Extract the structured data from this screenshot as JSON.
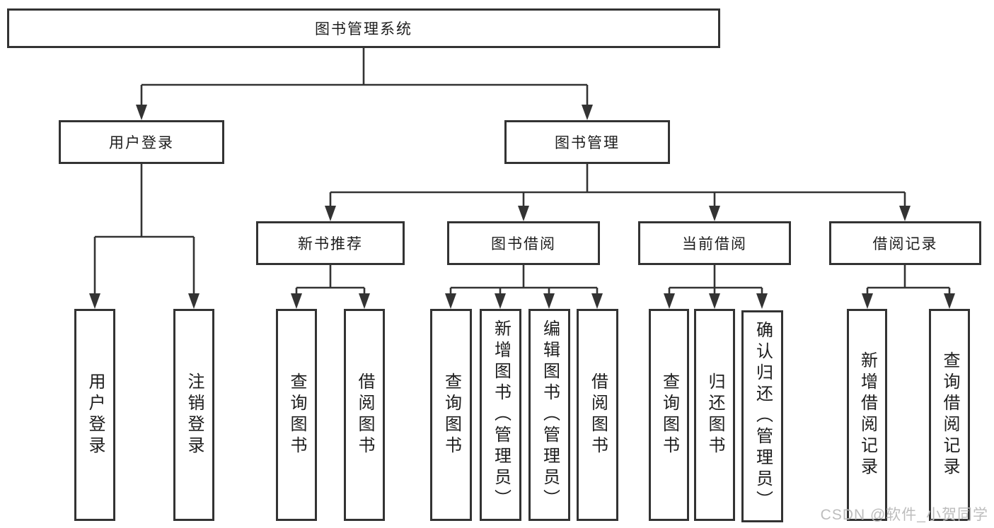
{
  "diagram": {
    "title": "图书管理系统",
    "type": "hierarchy-tree",
    "colors": {
      "line": "#333333",
      "text": "#1d1d1d",
      "box_background": "#ffffff",
      "page_background": "#ffffff",
      "watermark": "#bdbdbd"
    },
    "watermark": "CSDN @软件_小贺同学",
    "nodes": {
      "root": {
        "label": "图书管理系统"
      },
      "user_login": {
        "label": "用户登录"
      },
      "book_mgmt": {
        "label": "图书管理"
      },
      "new_book_rec": {
        "label": "新书推荐"
      },
      "book_borrow": {
        "label": "图书借阅"
      },
      "current_borrow": {
        "label": "当前借阅"
      },
      "borrow_record": {
        "label": "借阅记录"
      },
      "leaf_user_login": {
        "label": "用户登录"
      },
      "leaf_logout": {
        "label": "注销登录"
      },
      "leaf_rec_query": {
        "label": "查询图书"
      },
      "leaf_rec_borrow": {
        "label": "借阅图书"
      },
      "leaf_bb_query": {
        "label": "查询图书"
      },
      "leaf_bb_add": {
        "label": "新增图书（管理员）"
      },
      "leaf_bb_edit": {
        "label": "编辑图书（管理员）"
      },
      "leaf_bb_borrow": {
        "label": "借阅图书"
      },
      "leaf_cb_query": {
        "label": "查询图书"
      },
      "leaf_cb_return": {
        "label": "归还图书"
      },
      "leaf_cb_confirm": {
        "label": "确认归还（管理员）"
      },
      "leaf_br_add": {
        "label": "新增借阅记录"
      },
      "leaf_br_query": {
        "label": "查询借阅记录"
      }
    },
    "edges": [
      {
        "from": "root",
        "to": "user_login"
      },
      {
        "from": "root",
        "to": "book_mgmt"
      },
      {
        "from": "user_login",
        "to": "leaf_user_login"
      },
      {
        "from": "user_login",
        "to": "leaf_logout"
      },
      {
        "from": "book_mgmt",
        "to": "new_book_rec"
      },
      {
        "from": "book_mgmt",
        "to": "book_borrow"
      },
      {
        "from": "book_mgmt",
        "to": "current_borrow"
      },
      {
        "from": "book_mgmt",
        "to": "borrow_record"
      },
      {
        "from": "new_book_rec",
        "to": "leaf_rec_query"
      },
      {
        "from": "new_book_rec",
        "to": "leaf_rec_borrow"
      },
      {
        "from": "book_borrow",
        "to": "leaf_bb_query"
      },
      {
        "from": "book_borrow",
        "to": "leaf_bb_add"
      },
      {
        "from": "book_borrow",
        "to": "leaf_bb_edit"
      },
      {
        "from": "book_borrow",
        "to": "leaf_bb_borrow"
      },
      {
        "from": "current_borrow",
        "to": "leaf_cb_query"
      },
      {
        "from": "current_borrow",
        "to": "leaf_cb_return"
      },
      {
        "from": "current_borrow",
        "to": "leaf_cb_confirm"
      },
      {
        "from": "borrow_record",
        "to": "leaf_br_add"
      },
      {
        "from": "borrow_record",
        "to": "leaf_br_query"
      }
    ]
  }
}
